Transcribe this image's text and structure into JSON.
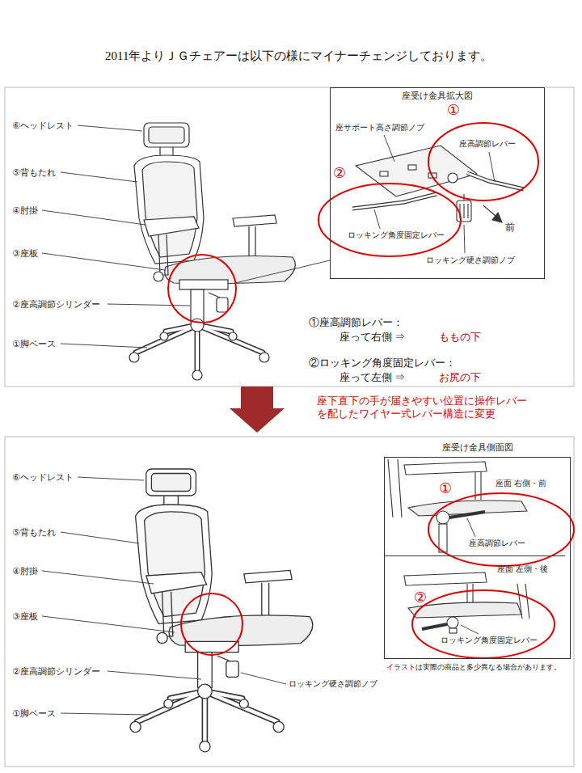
{
  "diagram": {
    "title": "2011年よりＪＧチェアーは以下の様にマイナーチェンジしております。",
    "nodes": [
      {
        "text": [
          "座受け金具拡大図"
        ]
      },
      {
        "text": [
          "座受け金具側面図"
        ]
      },
      {
        "text": [
          "座面 右側・前"
        ],
        "in": 1
      },
      {
        "text": [
          "座面 左側・後"
        ],
        "in": 1
      }
    ],
    "labels": [
      "⑥ヘッドレスト",
      "⑤背もたれ",
      "④肘掛",
      "③座板",
      "②座高調節シリンダー",
      "①脚ベース",
      "①",
      "座サポート高さ調節ノブ",
      "座高調節レバー",
      "②",
      "前",
      "ロッキング角度固定レバー",
      "ロッキング硬さ調節ノブ",
      "①座高調節レバー：",
      "座って右側 ⇒",
      "ももの下",
      "②ロッキング角度固定レバー：",
      "座って左側 ⇒",
      "お尻の下",
      "座下直下の手が届きやすい位置に操作レバー を配したワイヤー式レバー構造に変更",
      "⑥ヘッドレスト",
      "⑤背もたれ",
      "④肘掛",
      "③座板",
      "②座高調節シリンダー",
      "①脚ベース",
      "ロッキング硬さ調節ノブ",
      "①",
      "座高調節レバー",
      "②",
      "ロッキング角度固定レバー",
      "イラストは実際の商品と多少異なる場合があります。"
    ]
  }
}
